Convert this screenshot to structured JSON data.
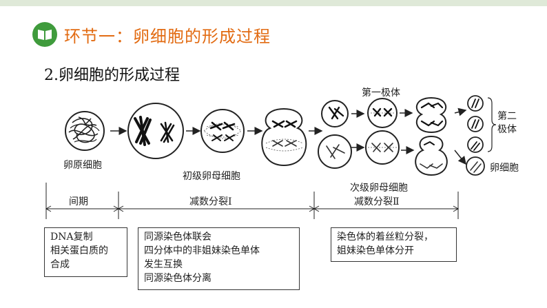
{
  "header": {
    "title": "环节一：卵细胞的形成过程",
    "icon": "book-icon",
    "accent_color": "#e26b12",
    "icon_color": "#3f9b3c"
  },
  "section": {
    "title": "2.卵细胞的形成过程"
  },
  "cells": {
    "oogonium": "卵原细胞",
    "primary_oocyte": "初级卵母细胞",
    "first_polar_body": "第一极体",
    "second_polar_body": "第二\n极体",
    "egg": "卵细胞"
  },
  "timeline": {
    "interphase": "间期",
    "meiosis1": "减数分裂Ⅰ",
    "secondary_oocyte": "次级卵母细胞",
    "meiosis2": "减数分裂Ⅱ"
  },
  "boxes": {
    "interphase": [
      "DNA复制",
      "相关蛋白质的",
      "合成"
    ],
    "meiosis1": [
      "同源染色体联会",
      "四分体中的非姐妹染色单体",
      "发生互换",
      "同源染色体分离"
    ],
    "meiosis2": [
      "染色体的着丝粒分裂，",
      "姐妹染色单体分开"
    ]
  }
}
